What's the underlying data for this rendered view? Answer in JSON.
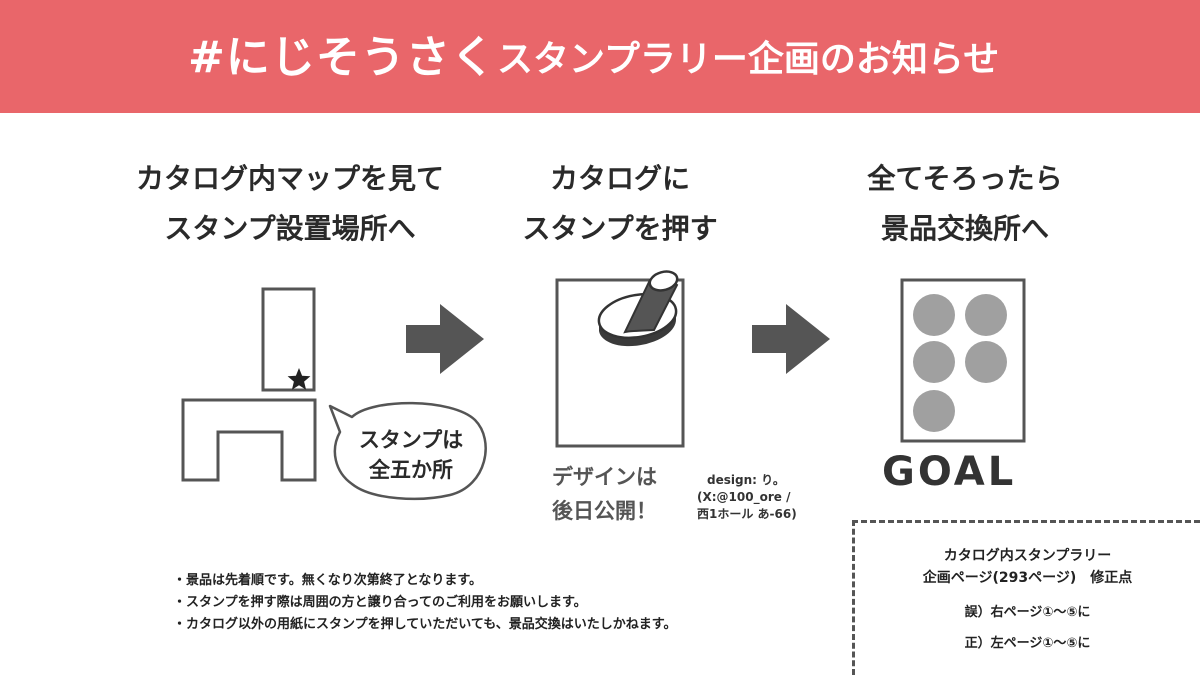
{
  "header": {
    "logo": "#にじそうさく",
    "title": "スタンプラリー企画のお知らせ",
    "bg_color": "#e9666a"
  },
  "steps": [
    {
      "line1": "カタログ内マップを見て",
      "line2": "スタンプ設置場所へ"
    },
    {
      "line1": "カタログに",
      "line2": "スタンプを押す"
    },
    {
      "line1": "全てそろったら",
      "line2": "景品交換所へ"
    }
  ],
  "bubble": {
    "line1": "スタンプは",
    "line2": "全五か所"
  },
  "design_later": {
    "line1": "デザインは",
    "line2": "後日公開！"
  },
  "credit": {
    "line1": "design: り。",
    "line2": "(X:@100_ore /",
    "line3": "西1ホール あ-66)"
  },
  "goal_label": "GOAL",
  "notes": [
    "景品は先着順です。無くなり次第終了となります。",
    "スタンプを押す際は周囲の方と譲り合ってのご利用をお願いします。",
    "カタログ以外の用紙にスタンプを押していただいても、景品交換はいたしかねます。"
  ],
  "correction": {
    "title_line1": "カタログ内スタンプラリー",
    "title_line2": "企画ページ(293ページ)　修正点",
    "wrong": "誤）右ページ①～⑤に",
    "right": "正）左ページ①～⑤に"
  },
  "icons": [
    "star-icon",
    "arrow-right-icon",
    "stamp-icon",
    "speech-bubble-icon"
  ],
  "colors": {
    "accent": "#e9666a",
    "art": "#555555",
    "circle": "#a0a0a0"
  }
}
